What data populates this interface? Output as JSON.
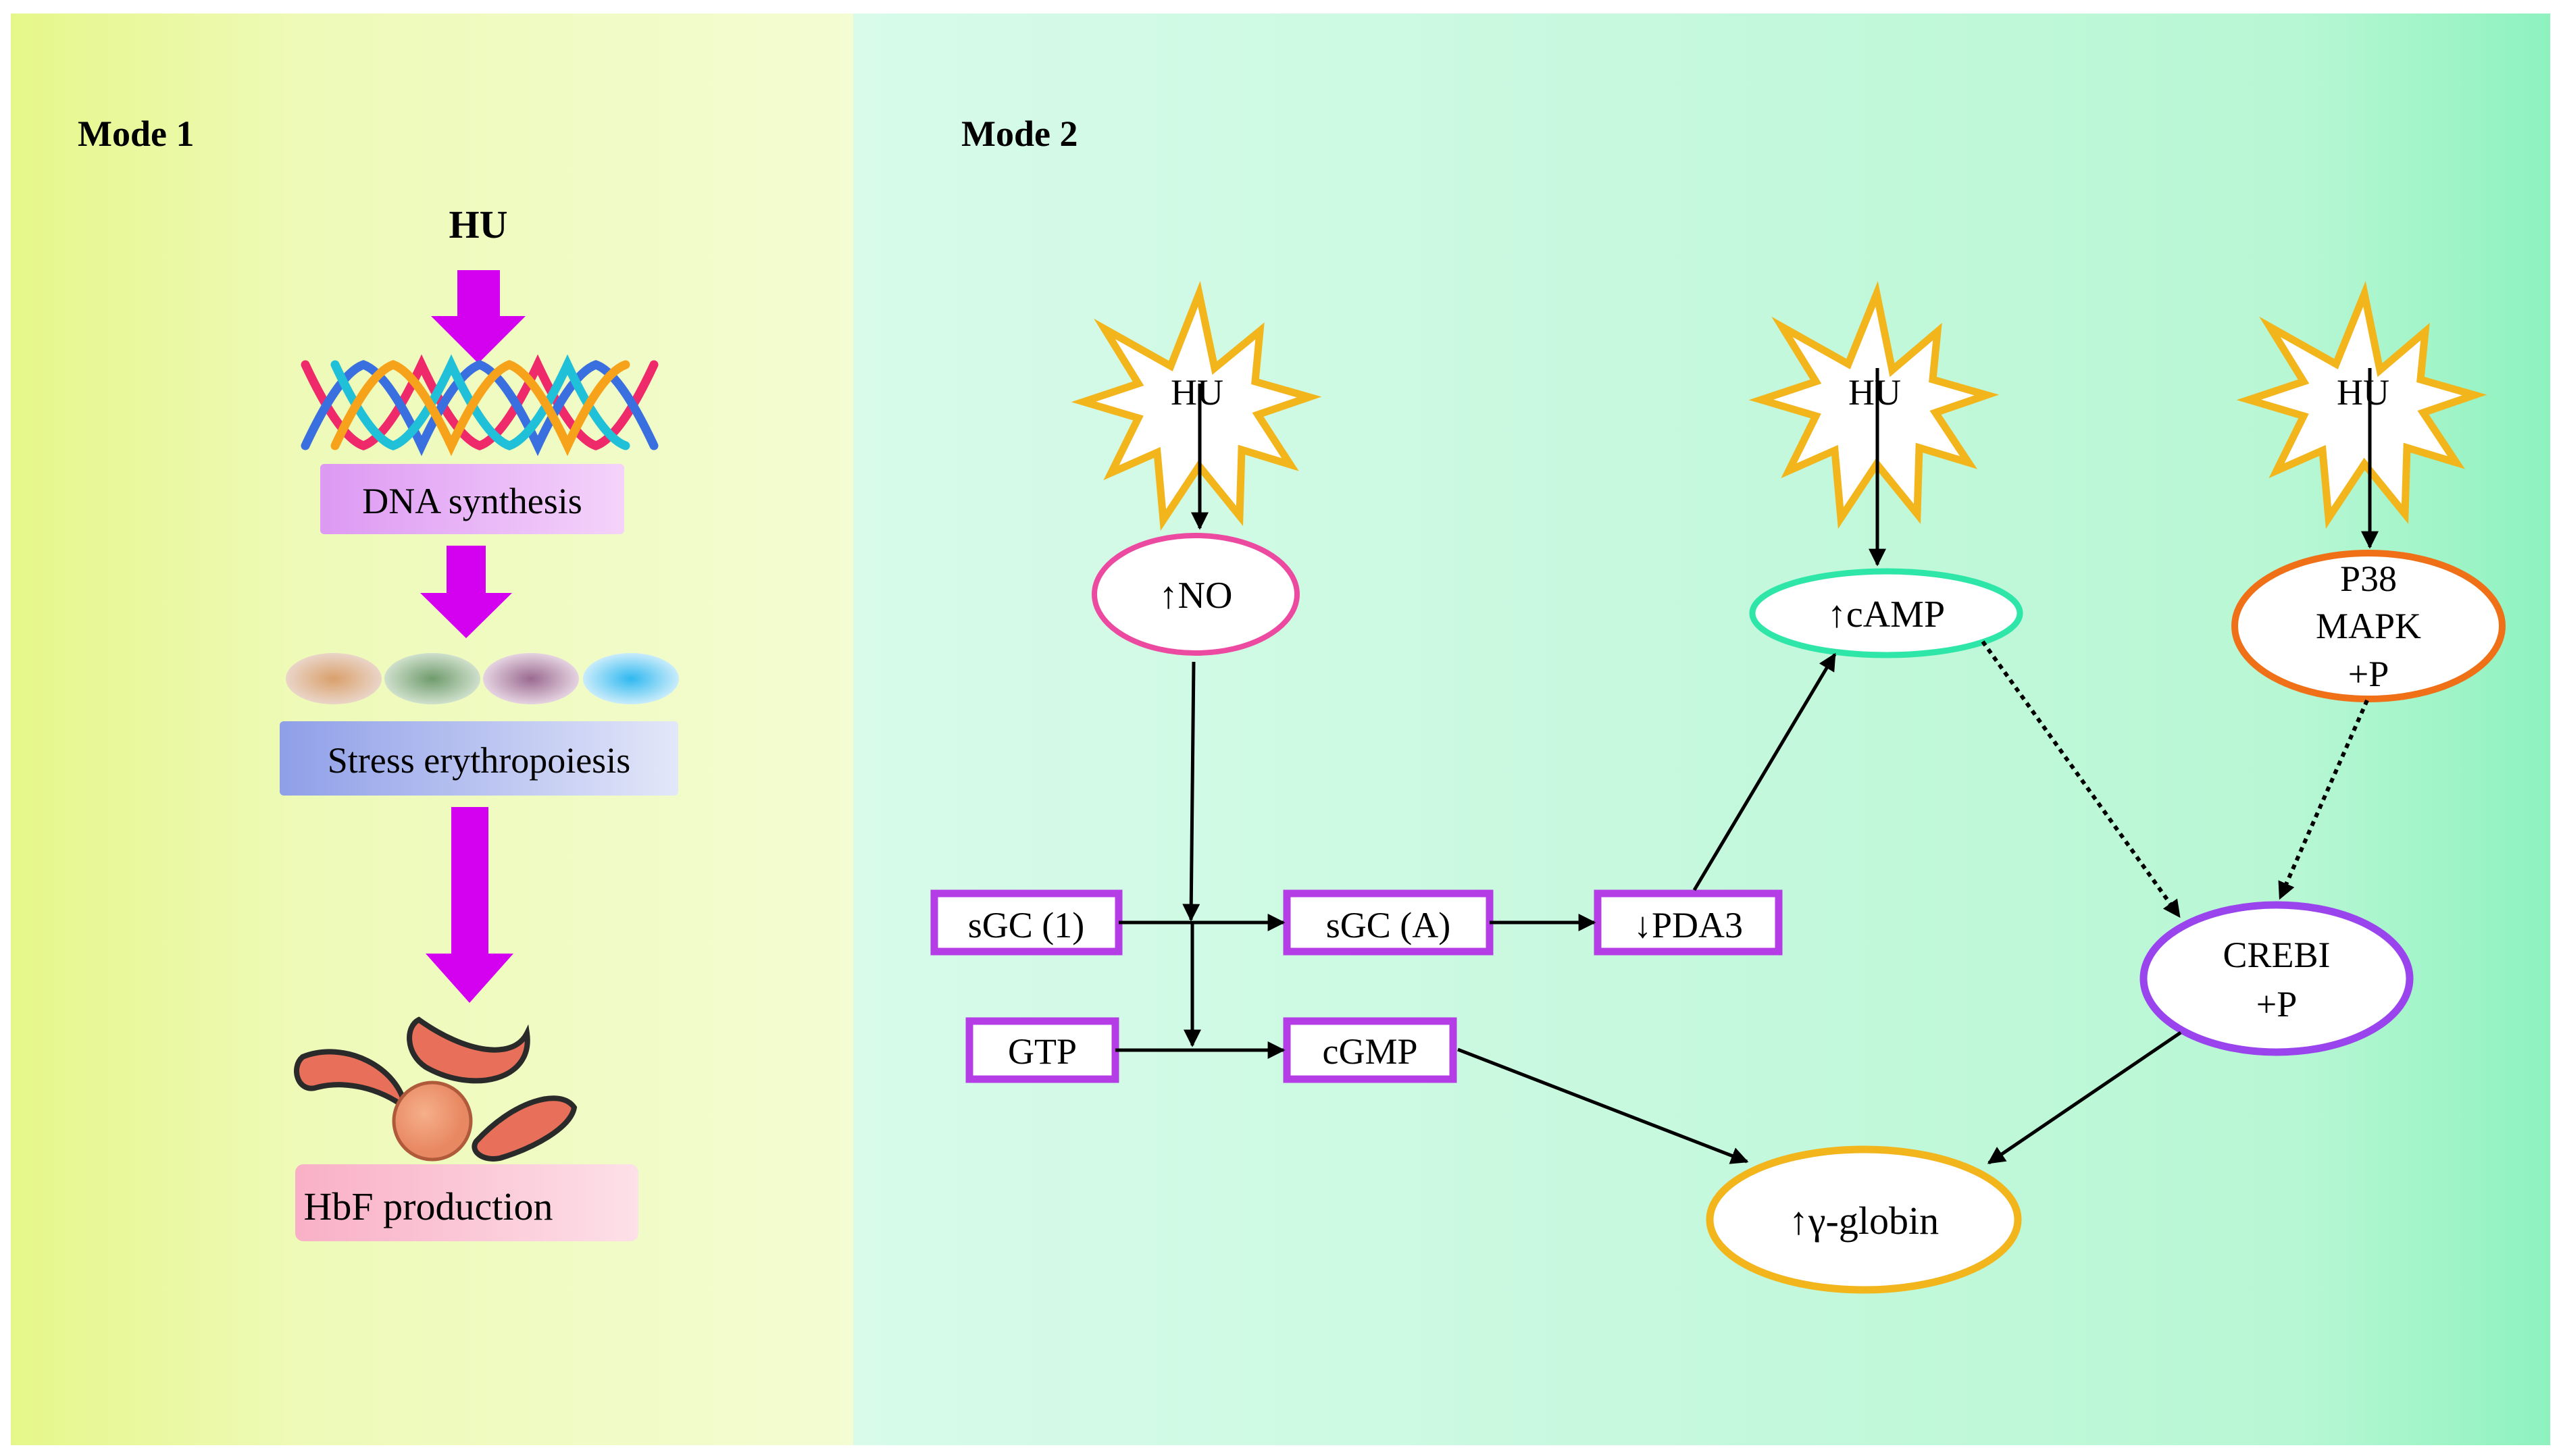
{
  "mode1": {
    "title": "Mode 1",
    "hu": "HU",
    "dna": "DNA synthesis",
    "stress": "Stress erythropoiesis",
    "hbf": "HbF production"
  },
  "mode2": {
    "title": "Mode 2",
    "hu1": "HU",
    "hu2": "HU",
    "hu3": "HU",
    "no": "↑NO",
    "camp": "↑cAMP",
    "p38": [
      "P38",
      "MAPK",
      "+P"
    ],
    "sgc1": "sGC (1)",
    "sgca": "sGC (A)",
    "pda3": "↓PDA3",
    "gtp": "GTP",
    "cgmp": "cGMP",
    "crebi": [
      "CREBI",
      "+P"
    ],
    "globin": "↑γ-globin"
  },
  "colors": {
    "arrow_magenta": "#d400f0",
    "box_border": "#b43de6",
    "star_outline": "#f2b51c",
    "no_ellipse": "#ec4aa0",
    "camp_ellipse": "#2ee6a8",
    "p38_ellipse": "#f07018",
    "crebi_ellipse": "#9a44ee",
    "globin_ellipse": "#f2b51c"
  }
}
